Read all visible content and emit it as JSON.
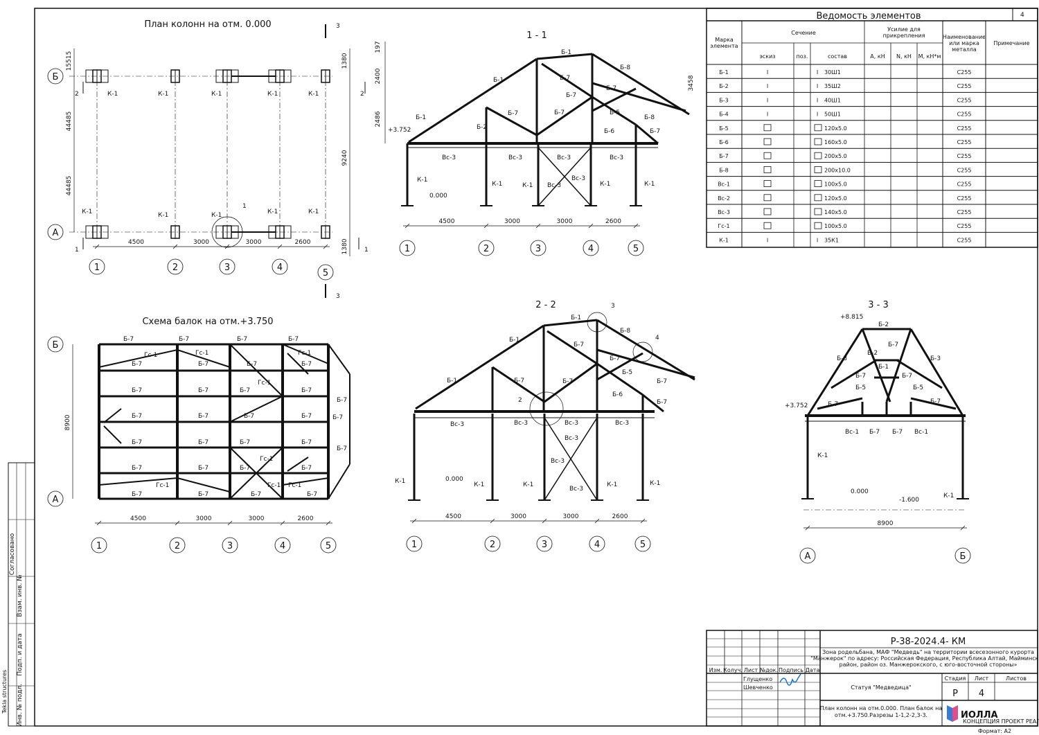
{
  "software_label": "Tekla structures",
  "side_stamp": {
    "agreed": "Согласовано",
    "inv_replace": "Взам. инв. №",
    "sign_date": "Подп. и дата",
    "inv_orig": "Инв. № подл."
  },
  "members": {
    "B1": "Б-1",
    "B2": "Б-2",
    "B3": "Б-3",
    "B5": "Б-5",
    "B6": "Б-6",
    "B7": "Б-7",
    "B8": "Б-8",
    "Vs1": "Вс-1",
    "Vs3": "Вс-3",
    "Gs1": "Гс-1",
    "K1": "К-1"
  },
  "axes": {
    "a1": "1",
    "a2": "2",
    "a3": "3",
    "a4": "4",
    "a5": "5",
    "A": "А",
    "B": "Б"
  },
  "dims": {
    "d4500": "4500",
    "d3000": "3000",
    "d2600": "2600",
    "d15515": "15515",
    "d44485": "44485",
    "d1380": "1380",
    "d9240": "9240",
    "d8900": "8900",
    "d197": "197",
    "d2400": "2400",
    "d2486": "2486",
    "d3458": "3458"
  },
  "levels": {
    "l0": "0.000",
    "l3752": "+3.752",
    "l8815": "+8.815",
    "lm1600": "-1.600"
  },
  "cut_marks": {
    "c1": "1",
    "c2": "2",
    "c3": "3",
    "c4": "4"
  },
  "views": {
    "column_plan": "План колонн на отм. 0.000",
    "beam_scheme": "Схема балок на отм.+3.750",
    "section_1": "1 - 1",
    "section_2": "2 - 2",
    "section_3": "3 - 3"
  },
  "table": {
    "title": "Ведомость элементов",
    "sheet_no": "4",
    "headers": {
      "mark": "Марка элемента",
      "section": "Сечение",
      "sketch": "эскиз",
      "pos": "поз.",
      "composition": "состав",
      "force": "Усилие для прикрепления",
      "a": "А, кН",
      "n": "N, кН",
      "m": "М, кН*м",
      "steel": "Наименование или марка металла",
      "note": "Примечание"
    },
    "rows": [
      {
        "mark": "Б-1",
        "sketch": "I",
        "comp": "30Ш1",
        "steel": "С255"
      },
      {
        "mark": "Б-2",
        "sketch": "I",
        "comp": "35Ш2",
        "steel": "С255"
      },
      {
        "mark": "Б-3",
        "sketch": "I",
        "comp": "40Ш1",
        "steel": "С255"
      },
      {
        "mark": "Б-4",
        "sketch": "I",
        "comp": "50Ш1",
        "steel": "С255"
      },
      {
        "mark": "Б-5",
        "sketch": "box",
        "comp": "120х5.0",
        "steel": "С255"
      },
      {
        "mark": "Б-6",
        "sketch": "box",
        "comp": "160х5.0",
        "steel": "С255"
      },
      {
        "mark": "Б-7",
        "sketch": "box",
        "comp": "200х5.0",
        "steel": "С255"
      },
      {
        "mark": "Б-8",
        "sketch": "box",
        "comp": "200х10.0",
        "steel": "С255"
      },
      {
        "mark": "Вс-1",
        "sketch": "box",
        "comp": "100х5.0",
        "steel": "С255"
      },
      {
        "mark": "Вс-2",
        "sketch": "box",
        "comp": "120х5.0",
        "steel": "С255"
      },
      {
        "mark": "Вс-3",
        "sketch": "box",
        "comp": "140х5.0",
        "steel": "С255"
      },
      {
        "mark": "Гс-1",
        "sketch": "box",
        "comp": "100х5.0",
        "steel": "С255"
      },
      {
        "mark": "К-1",
        "sketch": "I",
        "comp": "35К1",
        "steel": "С255"
      }
    ]
  },
  "title_block": {
    "code": "Р-38-2024.4- КМ",
    "project": [
      "Зона родельбана, МАФ \"Медведь\" на территории всесезонного курорта",
      "\"Манжерок\" по адресу: Российская Федерация, Республика Алтай,  Майминский",
      "район, район оз. Манжерокского, с юго-восточной стороны»"
    ],
    "cols": {
      "izm": "Изм.",
      "kol": "Колуч.",
      "list": "Лист",
      "doc": "№док.",
      "sign": "Подпись",
      "date": "Дата"
    },
    "people": [
      "Глущенко",
      "Шевченко"
    ],
    "object": "Статуя \"Медведица\"",
    "stage_label": "Стадия",
    "sheet_label": "Лист",
    "sheets_label": "Листов",
    "stage": "Р",
    "sheet": "4",
    "content": [
      "План колонн на отм.0.000. План балок на",
      "отм.+3.750.Разрезы  1-1,2-2,3-3."
    ],
    "logo": "ИОЛЛА",
    "logo_sub": "КОНЦЕПЦИЯ ПРОЕКТ РЕАЛИЗАЦИЯ",
    "format": "Формат: А2"
  },
  "colors": {
    "line": "#111111",
    "signature": "#1a6fd6",
    "logo": "#8e2a5e"
  }
}
